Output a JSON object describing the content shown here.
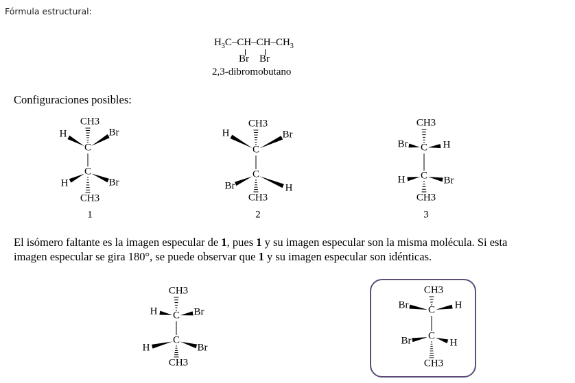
{
  "intro_label": "Fórmula estructural:",
  "formula": {
    "main": [
      "H",
      "3",
      "C–CH–CH–CH",
      "3"
    ],
    "substituents": [
      "Br",
      "Br"
    ],
    "name": "2,3-dibromobutano"
  },
  "configs_heading": "Configuraciones posibles:",
  "explanation": {
    "line1_a": "El isómero faltante es la imagen especular de ",
    "line1_b": "1",
    "line1_c": ", pues ",
    "line1_d": "1",
    "line1_e": " y su imagen especular son la misma molécula. Si esta",
    "line2_a": "imagen especular se gira 180°, se puede observar que ",
    "line2_b": "1",
    "line2_c": " y su imagen especular son idénticas."
  },
  "molecules": [
    {
      "id": "1",
      "number": "1",
      "labels": {
        "top": "CH3",
        "c1": "C",
        "c1_left": "H",
        "c1_right": "Br",
        "c2": "C",
        "c2_left": "H",
        "c2_right": "Br",
        "bottom": "CH3"
      }
    },
    {
      "id": "2",
      "number": "2",
      "labels": {
        "top": "CH3",
        "c1": "C",
        "c1_left": "H",
        "c1_right": "Br",
        "c2": "C",
        "c2_left": "Br",
        "c2_right": "H",
        "bottom": "CH3"
      }
    },
    {
      "id": "3",
      "number": "3",
      "labels": {
        "top": "CH3",
        "c1": "C",
        "c1_left": "Br",
        "c1_right": "H",
        "c2": "C",
        "c2_left": "H",
        "c2_right": "Br",
        "bottom": "CH3"
      }
    },
    {
      "id": "rotated",
      "number": "",
      "labels": {
        "top": "CH3",
        "c1": "C",
        "c1_left": "H",
        "c1_right": "Br",
        "c2": "C",
        "c2_left": "H",
        "c2_right": "Br",
        "bottom": "CH3"
      }
    },
    {
      "id": "mirror-highlighted",
      "number": "",
      "highlighted": true,
      "labels": {
        "top": "CH3",
        "c1": "C",
        "c1_left": "Br",
        "c1_right": "H",
        "c2": "C",
        "c2_left": "Br",
        "c2_right": "H",
        "bottom": "CH3"
      }
    }
  ],
  "colors": {
    "highlight_border": "#5b4c7a"
  }
}
